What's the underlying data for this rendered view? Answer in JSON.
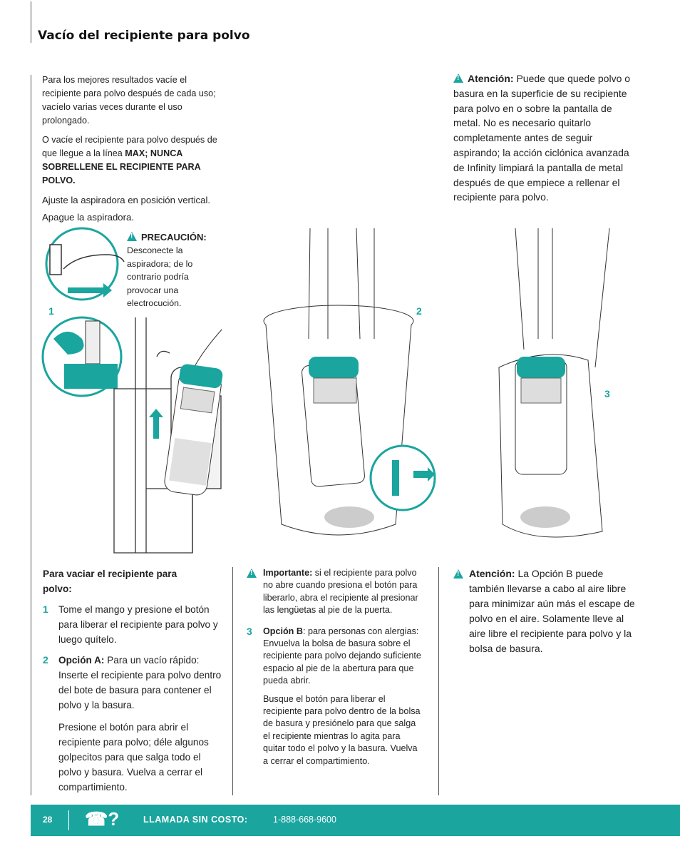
{
  "header": {
    "title": "Vacío del recipiente para polvo"
  },
  "intro": {
    "p1": "Para los mejores resultados vacíe el recipiente para polvo después de cada uso; vacíelo varias veces durante el uso prolongado.",
    "p2_text": "O vacíe el recipiente para polvo después de que llegue a la línea ",
    "p2_bold": "MAX; NUNCA SOBRELLENE EL RECIPIENTE PARA POLVO.",
    "p3": "Ajuste la aspiradora en posición vertical.",
    "p4": "Apague la aspiradora."
  },
  "caution": {
    "title": "PRECAUCIÓN:",
    "text": "Desconecte la aspiradora; de lo contrario podría provocar una electrocución."
  },
  "attention_top": {
    "label": "Atención:",
    "text": " Puede que quede polvo o basura en la superficie de su recipiente para polvo en o sobre la pantalla de metal. No es necesario quitarlo completamente antes de seguir aspirando; la acción ciclónica avanzada de Infinity limpiará la pantalla de metal después de que empiece a rellenar el recipiente para polvo."
  },
  "figure_labels": {
    "one": "1",
    "two": "2",
    "three": "3"
  },
  "col1": {
    "heading": "Para vaciar el recipiente para polvo:",
    "step1_num": "1",
    "step1": "Tome el mango y presione el botón para liberar el recipiente para polvo y luego quítelo.",
    "step2_num": "2",
    "step2_label": "Opción A:",
    "step2": " Para un vacío rápido: Inserte el recipiente para polvo dentro del bote de basura para contener el polvo y la basura.",
    "step2_p2": "Presione el botón para abrir el recipiente para polvo; déle algunos golpecitos para que salga todo el polvo y basura. Vuelva a cerrar el compartimiento."
  },
  "col2": {
    "important_label": "Importante:",
    "important": " si el recipiente para polvo no abre cuando presiona el botón para liberarlo, abra el recipiente al presionar las lengüetas al pie de la puerta.",
    "step3_num": "3",
    "step3_label": "Opción B",
    "step3": ": para personas con alergias: Envuelva la bolsa de basura sobre el recipiente para polvo dejando suficiente espacio al pie de la abertura para que pueda abrir.",
    "step3_p2": "Busque el botón para liberar el recipiente para polvo dentro de la bolsa de basura y presiónelo para que salga el recipiente mientras lo agita para quitar todo el polvo y la basura. Vuelva a cerrar el compartimiento."
  },
  "col3": {
    "label": "Atención:",
    "text": " La Opción B puede también llevarse a cabo al aire libre para minimizar aún más el escape de polvo en el aire. Solamente lleve al aire libre el recipiente para polvo y la bolsa de basura."
  },
  "footer": {
    "page_number": "28",
    "phone_icon": "☎?",
    "label": "LLAMADA SIN COSTO:",
    "phone": "1-888-668-9600"
  },
  "colors": {
    "teal": "#1aa59f"
  }
}
